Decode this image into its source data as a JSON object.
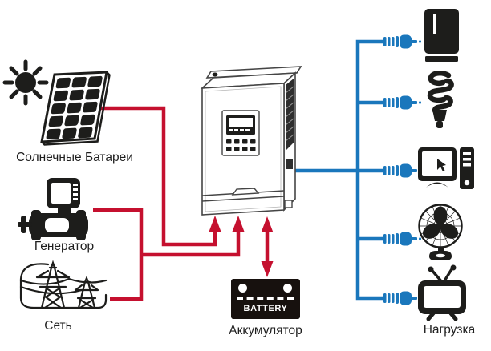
{
  "diagram": {
    "colors": {
      "source_line": "#c5102f",
      "load_line": "#1a77bc",
      "ink": "#1d1d1b"
    },
    "sources": [
      {
        "id": "solar-panels",
        "label": "Солнечные Батареи",
        "icon": "sun-and-solar-panel-icon"
      },
      {
        "id": "generator",
        "label": "Генератор",
        "icon": "generator-icon"
      },
      {
        "id": "grid",
        "label": "Сеть",
        "icon": "transmission-towers-icon"
      }
    ],
    "inverter": {
      "id": "hybrid-inverter",
      "icon": "inverter-icon"
    },
    "battery": {
      "label": "Аккумулятор",
      "badge": "BATTERY",
      "icon": "battery-icon"
    },
    "loads": {
      "label": "Нагрузка",
      "items": [
        {
          "id": "refrigerator",
          "icon": "refrigerator-icon"
        },
        {
          "id": "cfl-lamp",
          "icon": "cfl-lamp-icon"
        },
        {
          "id": "computer",
          "icon": "desktop-computer-icon"
        },
        {
          "id": "fan",
          "icon": "fan-icon"
        },
        {
          "id": "tv",
          "icon": "television-icon"
        }
      ]
    }
  }
}
